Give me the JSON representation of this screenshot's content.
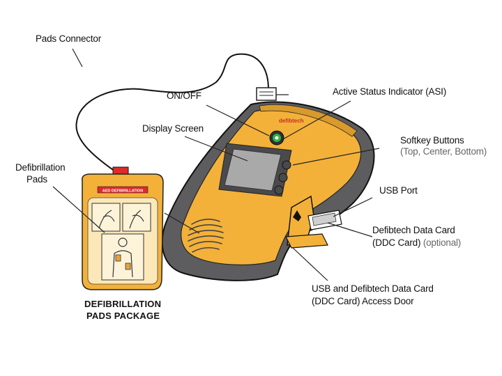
{
  "labels": {
    "pads_connector": "Pads Connector",
    "on_off": "ON/OFF",
    "asi": "Active Status Indicator (ASI)",
    "display_screen": "Display Screen",
    "softkey_title": "Softkey Buttons",
    "softkey_sub": "(Top, Center, Bottom)",
    "defib_pads_line1": "Defibrillation",
    "defib_pads_line2": "Pads",
    "usb_port": "USB Port",
    "ddc_line1": "Defibtech Data Card",
    "ddc_line2a": "(DDC Card) ",
    "ddc_line2b": "(optional)",
    "door_line1": "USB and Defibtech Data Card",
    "door_line2": "(DDC Card) Access Door",
    "package_line1": "DEFIBRILLATION",
    "package_line2": "PADS PACKAGE"
  },
  "device": {
    "brand": "defibtech",
    "package_banner": "AED DEFIBRILLATION"
  },
  "colors": {
    "device_yellow": "#f3b13a",
    "device_gray": "#5d5d5f",
    "screen_gray": "#a9a9a9",
    "pad_red": "#e02a2a",
    "led_green": "#2db34a"
  }
}
